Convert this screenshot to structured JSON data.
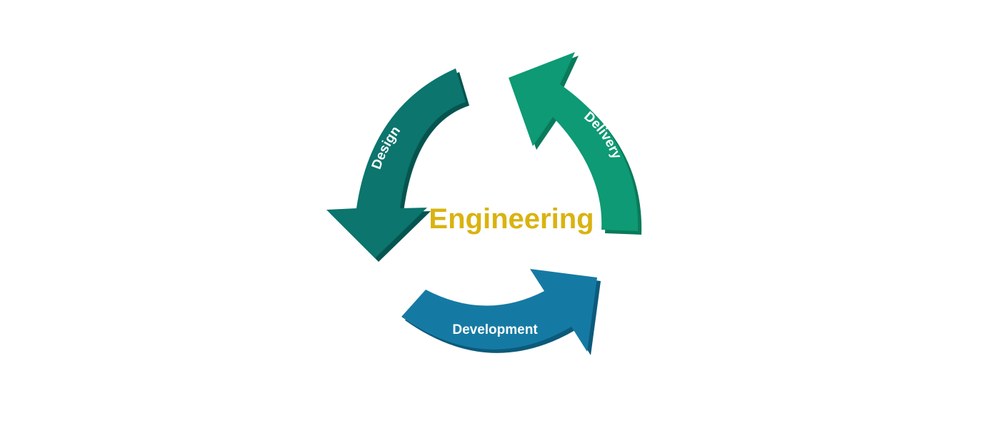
{
  "diagram": {
    "center_title": "Engineering",
    "center_title_color": "#d9b310",
    "stages": [
      {
        "label": "Design",
        "color": "#0b756e",
        "shade": "#06544f"
      },
      {
        "label": "Delivery",
        "color": "#0d9a74",
        "shade": "#0a7a5b"
      },
      {
        "label": "Development",
        "color": "#157aa3",
        "shade": "#0c5a7b"
      }
    ]
  }
}
